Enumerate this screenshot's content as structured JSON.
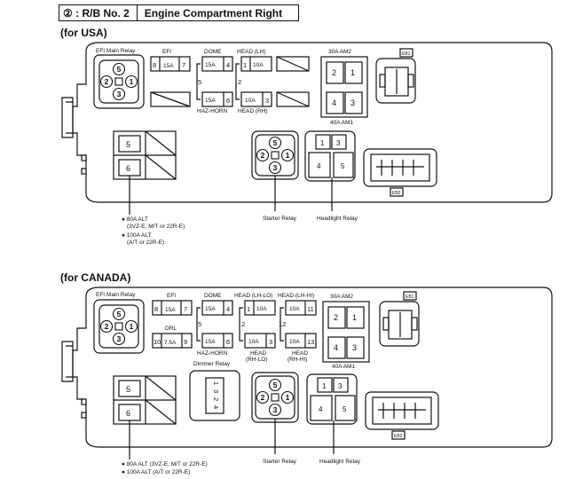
{
  "header": {
    "code": "②",
    "rb": ": R/B  No. 2",
    "title": "Engine  Compartment  Right"
  },
  "usa": {
    "section_title": "(for USA)",
    "efi_main_relay": "EFI Main Relay",
    "efi": "EFI",
    "efi_num": "8",
    "efi_amp": "15A",
    "efi_num2": "7",
    "dome": "DOME",
    "dome_amp": "15A",
    "dome_num": "4",
    "haz_amp": "15A",
    "haz_num": "6",
    "haz_horn": "HAZ-HORN",
    "five": "5",
    "two": "2",
    "head_lh": "HEAD (LH)",
    "head_lh_num": "1",
    "head_lh_amp": "10A",
    "head_rh_amp": "10A",
    "head_rh_num": "3",
    "head_rh": "HEAD (RH)",
    "am2": "30A  AM2",
    "am_2": "2",
    "am_1": "1",
    "am_4": "4",
    "am_3": "3",
    "am1": "40A  AM1",
    "eb1": "EB1",
    "eb2": "EB2",
    "alt_5": "5",
    "alt_6": "6",
    "r5": "5",
    "r2": "2",
    "r1": "1",
    "r3": "3",
    "starter_relay": "Starter Relay",
    "headlight_relay": "Headlight Relay",
    "h1": "1",
    "h3": "3",
    "h4": "4",
    "h5": "5",
    "alt_note1": "● 80A  ALT",
    "alt_note2": "(3VZ-E,  M/T  or  22R-E)",
    "alt_note3": "● 100A  ALT",
    "alt_note4": "(A/T  or  22R-E)"
  },
  "canada": {
    "section_title": "(for CANADA)",
    "efi_main_relay": "EFI Main Relay",
    "efi": "EFI",
    "efi_num": "8",
    "efi_amp": "15A",
    "efi_num2": "7",
    "drl": "DRL",
    "drl_num": "10",
    "drl_amp": "7.5A",
    "drl_num2": "9",
    "dome": "DOME",
    "dome_amp": "15A",
    "dome_num": "4",
    "haz_amp": "15A",
    "haz_num": "6",
    "haz_horn": "HAZ-HORN",
    "dimmer_relay": "Dimmer Relay",
    "five": "5",
    "two": "2",
    "twelve": "12",
    "head_lh_lo": "HEAD (LH-LO)",
    "head_lh_hi": "HEAD (LH-HI)",
    "lo_num": "1",
    "lo_amp": "10A",
    "lo2_amp": "10A",
    "lo2_num": "3",
    "hi_amp": "10A",
    "hi_num": "11",
    "hi2_amp": "10A",
    "hi2_num": "13",
    "head_rh_lo_1": "HEAD",
    "head_rh_lo_2": "(RH-LO)",
    "head_rh_hi_1": "HEAD",
    "head_rh_hi_2": "(RH-HI)",
    "am2": "30A  AM2",
    "am_2": "2",
    "am_1": "1",
    "am_4": "4",
    "am_3": "3",
    "am1": "40A  AM1",
    "eb1": "EB1",
    "eb2": "EB2",
    "alt_5": "5",
    "alt_6": "6",
    "r5": "5",
    "r2": "2",
    "r1": "1",
    "r3": "3",
    "dim_1": "1",
    "dim_2": "2",
    "dim_3": "3",
    "dim_4": "4",
    "starter_relay": "Starter Relay",
    "headlight_relay": "Headlight Relay",
    "h1": "1",
    "h3": "3",
    "h4": "4",
    "h5": "5",
    "alt_note1": "● 80A  ALT  (3VZ-E,  M/T  or  22R-E)",
    "alt_note2": "● 100A  ALT  (A/T  or  22R-E)"
  }
}
